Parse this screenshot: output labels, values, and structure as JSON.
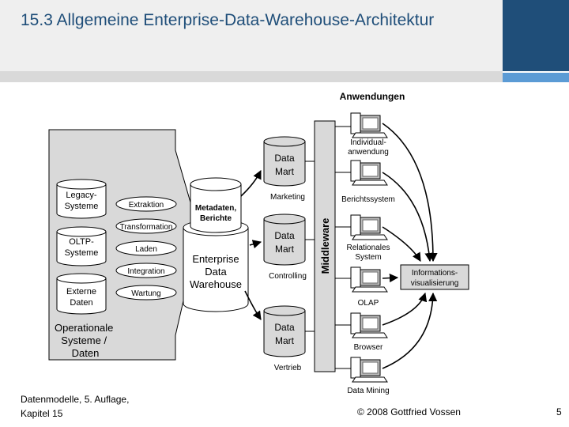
{
  "slide": {
    "title": "15.3 Allgemeine Enterprise-Data-Warehouse-Architektur",
    "footer_line1": "Datenmodelle,  5. Auflage,",
    "footer_line2": "Kapitel 15",
    "copyright": "© 2008 Gottfried Vossen",
    "page_number": "5"
  },
  "diagram": {
    "sources": {
      "label_lines": [
        "Operationale",
        "Systeme /",
        "Daten"
      ],
      "items": [
        [
          "Legacy-",
          "Systeme"
        ],
        [
          "OLTP-",
          "Systeme"
        ],
        [
          "Externe",
          "Daten"
        ]
      ]
    },
    "processes": [
      "Extraktion",
      "Transformation",
      "Laden",
      "Integration",
      "Wartung"
    ],
    "metadata": [
      "Metadaten,",
      "Berichte"
    ],
    "warehouse": [
      "Enterprise",
      "Data",
      "Warehouse"
    ],
    "data_marts": [
      {
        "lines": [
          "Data",
          "Mart"
        ],
        "label": "Marketing"
      },
      {
        "lines": [
          "Data",
          "Mart"
        ],
        "label": "Controlling"
      },
      {
        "lines": [
          "Data",
          "Mart"
        ],
        "label": "Vertrieb"
      }
    ],
    "middleware": "Middleware",
    "applications_heading": "Anwendungen",
    "applications": [
      [
        "Individual-",
        "anwendung"
      ],
      [
        "Berichtssystem"
      ],
      [
        "Relationales",
        "System"
      ],
      [
        "OLAP"
      ],
      [
        "Browser"
      ],
      [
        "Data Mining"
      ]
    ],
    "visualization": [
      "Informations-",
      "visualisierung"
    ]
  }
}
